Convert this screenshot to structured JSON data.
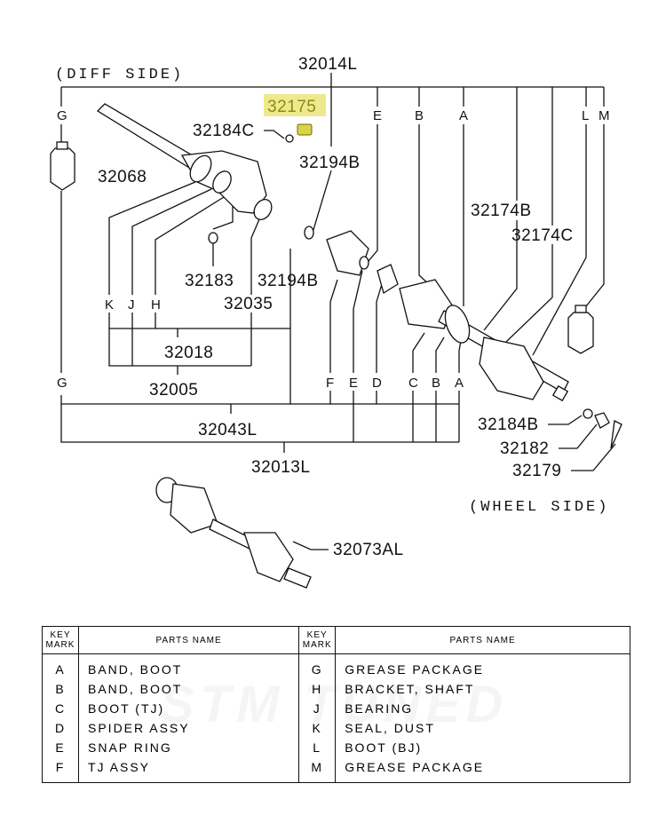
{
  "diagram": {
    "side_labels": {
      "diff": "(DIFF SIDE)",
      "wheel": "(WHEEL SIDE)"
    },
    "highlight_color": "#eee98e",
    "highlighted_part": "32175",
    "part_numbers": {
      "p32014L": "32014L",
      "p32175": "32175",
      "p32184C": "32184C",
      "p32068": "32068",
      "p32194B_top": "32194B",
      "p32174B": "32174B",
      "p32174C": "32174C",
      "p32183": "32183",
      "p32194B_mid": "32194B",
      "p32035": "32035",
      "p32018": "32018",
      "p32005": "32005",
      "p32043L": "32043L",
      "p32184B": "32184B",
      "p32182": "32182",
      "p32179": "32179",
      "p32013L": "32013L",
      "p32073AL": "32073AL"
    },
    "key_letters": {
      "G1": "G",
      "E1": "E",
      "B1": "B",
      "A1": "A",
      "L": "L",
      "M": "M",
      "K": "K",
      "J": "J",
      "H": "H",
      "G2": "G",
      "F": "F",
      "E2": "E",
      "D": "D",
      "C": "C",
      "B2": "B",
      "A2": "A"
    }
  },
  "legend_table": {
    "headers": {
      "key": "KEY MARK",
      "name": "PARTS NAME"
    },
    "rows": [
      {
        "k1": "A",
        "n1": "BAND, BOOT",
        "k2": "G",
        "n2": "GREASE PACKAGE"
      },
      {
        "k1": "B",
        "n1": "BAND, BOOT",
        "k2": "H",
        "n2": "BRACKET, SHAFT"
      },
      {
        "k1": "C",
        "n1": "BOOT (TJ)",
        "k2": "J",
        "n2": "BEARING"
      },
      {
        "k1": "D",
        "n1": "SPIDER ASSY",
        "k2": "K",
        "n2": "SEAL, DUST"
      },
      {
        "k1": "E",
        "n1": "SNAP RING",
        "k2": "L",
        "n2": "BOOT (BJ)"
      },
      {
        "k1": "F",
        "n1": "TJ ASSY",
        "k2": "M",
        "n2": "GREASE PACKAGE"
      }
    ]
  },
  "watermark": "STM TUNED"
}
